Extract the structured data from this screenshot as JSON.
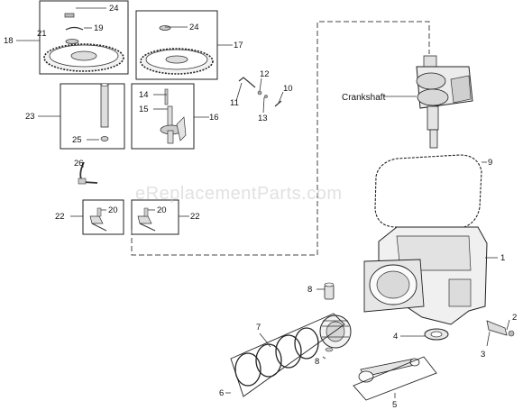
{
  "diagram": {
    "watermark": "eReplacementParts.com",
    "crankshaft_label": "Crankshaft",
    "callouts": {
      "c1": "1",
      "c2": "2",
      "c3": "3",
      "c4": "4",
      "c5": "5",
      "c6": "6",
      "c7": "7",
      "c8a": "8",
      "c8b": "8",
      "c9": "9",
      "c10": "10",
      "c11": "11",
      "c12": "12",
      "c13": "13",
      "c14": "14",
      "c15": "15",
      "c16": "16",
      "c17": "17",
      "c18": "18",
      "c19": "19",
      "c20a": "20",
      "c20b": "20",
      "c21": "21",
      "c22a": "22",
      "c22b": "22",
      "c23": "23",
      "c24a": "24",
      "c24b": "24",
      "c25": "25",
      "c26": "26"
    }
  }
}
